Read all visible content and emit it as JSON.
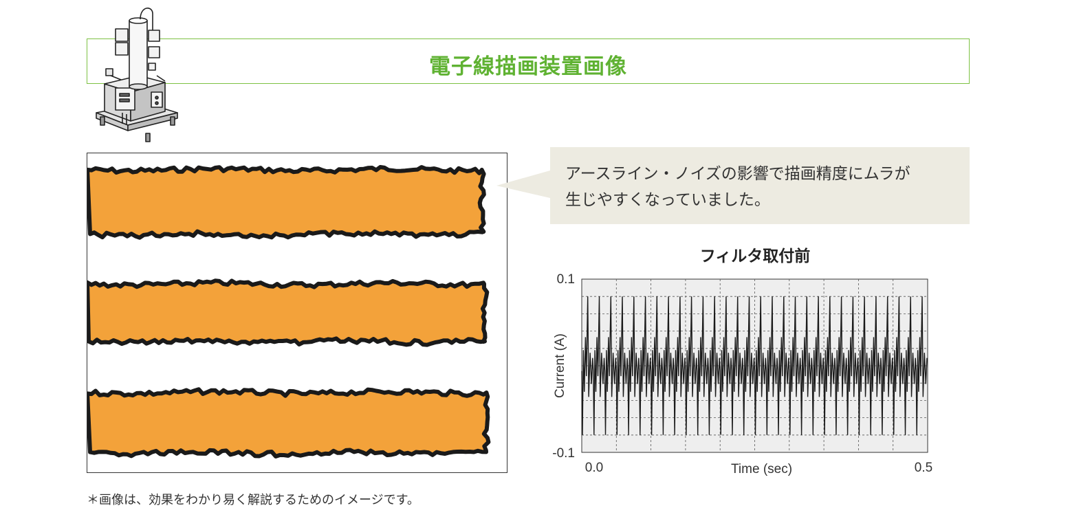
{
  "header": {
    "title": "電子線描画装置画像"
  },
  "callout": {
    "text": "アースライン・ノイズの影響で描画精度にムラが\n生じやすくなっていました。"
  },
  "footnote": "＊画像は、効果をわかり易く解説するためのイメージです。",
  "colors": {
    "accent_green": "#7dc142",
    "stripe_fill": "#f3a23a",
    "stripe_edge": "#1a1a1a",
    "callout_bg": "#edebe1"
  },
  "chart_data": {
    "type": "line",
    "title": "フィルタ取付前",
    "xlabel": "Time (sec)",
    "ylabel": "Current (A)",
    "xlim": [
      0.0,
      0.5
    ],
    "ylim": [
      -0.1,
      0.1
    ],
    "x_tick_labels": [
      "0.0",
      "0.5"
    ],
    "y_tick_labels": [
      "0.1",
      "-0.1"
    ],
    "grid": true,
    "series": [
      {
        "waveform": "periodic spike noise",
        "cycles": 30,
        "peak_max": 0.08,
        "peak_min": -0.08,
        "band_upper": 0.03,
        "band_lower": -0.03
      }
    ]
  }
}
